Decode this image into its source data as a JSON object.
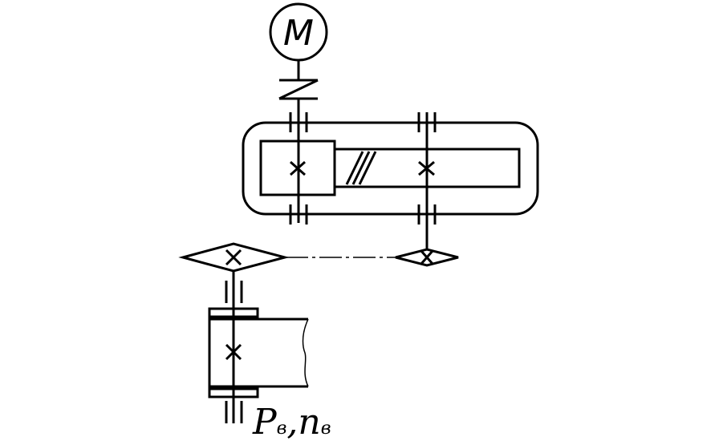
{
  "motor": {
    "label": "M"
  },
  "output": {
    "power_symbol": "P",
    "power_subscript": "в",
    "separator": ",",
    "speed_symbol": "n",
    "speed_subscript": "в"
  }
}
